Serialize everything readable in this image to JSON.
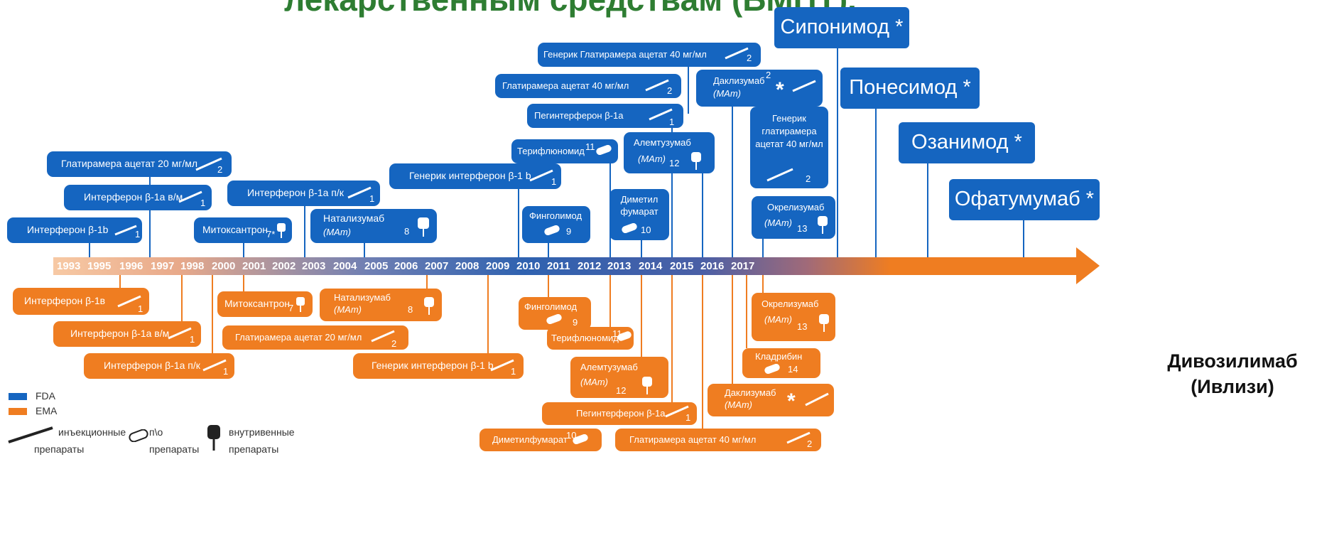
{
  "title": "лекарственным средствам (БМПТ).",
  "colors": {
    "fda": "#1565c0",
    "ema": "#ef7d21",
    "title": "#2e7d32"
  },
  "axis": {
    "years": [
      "1993",
      "1995",
      "1996",
      "1997",
      "1998",
      "2000",
      "2001",
      "2002",
      "2003",
      "2004",
      "2005",
      "2006",
      "2007",
      "2008",
      "2009",
      "2010",
      "2011",
      "2012",
      "2013",
      "2014",
      "2015",
      "2016",
      "2017"
    ]
  },
  "fda_cards": [
    {
      "name": "Интерферон β-1b",
      "num": "1",
      "icon": "syringe-icon"
    },
    {
      "name": "Интерферон β-1а в/м",
      "num": "1",
      "icon": "syringe-icon"
    },
    {
      "name": "Глатирамера ацетат 20 мг/мл",
      "num": "2",
      "icon": "syringe-icon"
    },
    {
      "name": "Митоксантрон",
      "num": "7*",
      "icon": "iv-bag-icon"
    },
    {
      "name": "Интерферон β-1а п/к",
      "num": "1",
      "icon": "syringe-icon"
    },
    {
      "name": "Натализумаб",
      "sub": "(MAm)",
      "num": "8",
      "icon": "iv-bag-icon"
    },
    {
      "name": "Генерик интерферон β-1 b",
      "num": "1",
      "icon": "syringe-icon"
    },
    {
      "name": "Финголимод",
      "num": "9",
      "icon": "pill-icon"
    },
    {
      "name": "Терифлюномид",
      "num": "11",
      "icon": "pill-icon"
    },
    {
      "name": "Глатирамера ацетат 40 мг/мл",
      "num": "2",
      "icon": "syringe-icon"
    },
    {
      "name": "Генерик Глатирамера ацетат 40 мг/мл",
      "num": "2",
      "icon": "syringe-icon"
    },
    {
      "name": "Пегинтерферон β-1а",
      "num": "1",
      "icon": "syringe-icon"
    },
    {
      "name": "Алемтузумаб",
      "sub": "(MAm)",
      "num": "12",
      "icon": "iv-bag-icon"
    },
    {
      "name": "Диметил фумарат",
      "num": "10",
      "icon": "pill-icon"
    },
    {
      "name": "Даклизумаб",
      "sub": "(MAm)",
      "num": "2",
      "star": "*",
      "icon": "syringe-icon"
    },
    {
      "name": "Генерик глатирамера ацетат 40 мг/мл",
      "num": "2",
      "icon": "syringe-icon"
    },
    {
      "name": "Окрелизумаб",
      "sub": "(MAm)",
      "num": "13",
      "icon": "iv-bag-icon"
    }
  ],
  "ema_cards": [
    {
      "name": "Интерферон β-1в",
      "num": "1",
      "icon": "syringe-icon"
    },
    {
      "name": "Интерферон β-1а в/м",
      "num": "1",
      "icon": "syringe-icon"
    },
    {
      "name": "Интерферон β-1а п/к",
      "num": "1",
      "icon": "syringe-icon"
    },
    {
      "name": "Митоксантрон",
      "num": "7",
      "icon": "iv-bag-icon"
    },
    {
      "name": "Глатирамера ацетат 20 мг/мл",
      "num": "2",
      "icon": "syringe-icon"
    },
    {
      "name": "Натализумаб",
      "sub": "(MAm)",
      "num": "8",
      "icon": "iv-bag-icon"
    },
    {
      "name": "Генерик интерферон β-1 b",
      "num": "1",
      "icon": "syringe-icon"
    },
    {
      "name": "Финголимод",
      "num": "9",
      "icon": "pill-icon"
    },
    {
      "name": "Терифлюномид",
      "num": "11",
      "icon": "pill-icon"
    },
    {
      "name": "Алемтузумаб",
      "sub": "(MAm)",
      "num": "12",
      "icon": "iv-bag-icon"
    },
    {
      "name": "Пегинтерферон β-1а",
      "num": "1",
      "icon": "syringe-icon"
    },
    {
      "name": "Диметилфумарат",
      "num": "10",
      "icon": "pill-icon"
    },
    {
      "name": "Глатирамера ацетат 40 мг/мл",
      "num": "2",
      "icon": "syringe-icon"
    },
    {
      "name": "Даклизумаб",
      "sub": "(MAm)",
      "star": "*",
      "icon": "syringe-icon"
    },
    {
      "name": "Кладрибин",
      "num": "14",
      "icon": "pill-icon"
    },
    {
      "name": "Окрелизумаб",
      "sub": "(MAm)",
      "num": "13",
      "icon": "iv-bag-icon"
    }
  ],
  "future_cards": [
    {
      "name": "Сипонимод *"
    },
    {
      "name": "Понесимод *"
    },
    {
      "name": "Озанимод *"
    },
    {
      "name": "Офатумумаб *"
    }
  ],
  "side_note": {
    "line1": "Дивозилимаб",
    "line2": "(Ивлизи)"
  },
  "legend": {
    "fda": "FDA",
    "ema": "EMA",
    "injection_l1": "инъекционные",
    "injection_l2": "препараты",
    "oral_l1": "п\\о",
    "oral_l2": "препараты",
    "iv_l1": "внутривенные",
    "iv_l2": "препараты"
  }
}
